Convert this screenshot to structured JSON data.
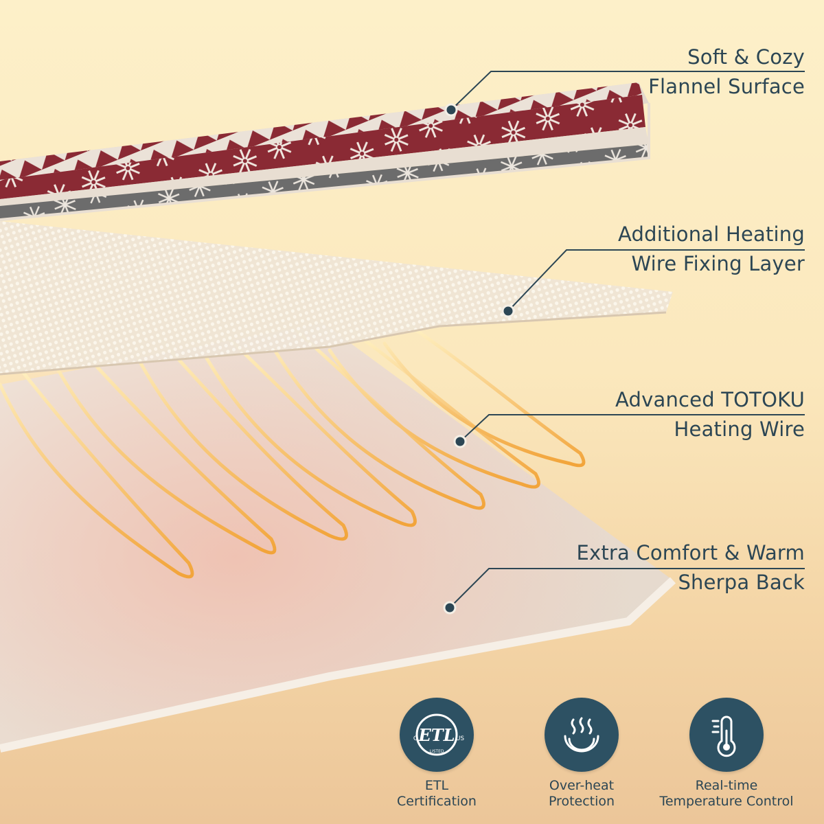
{
  "layers": [
    {
      "line1": "Soft & Cozy",
      "line2": "Flannel Surface"
    },
    {
      "line1": "Additional Heating",
      "line2": "Wire Fixing Layer"
    },
    {
      "line1": "Advanced TOTOKU",
      "line2": "Heating Wire"
    },
    {
      "line1": "Extra Comfort & Warm",
      "line2": "Sherpa Back"
    }
  ],
  "badges": [
    {
      "icon": "etl-listed-icon",
      "logo_text": "ETL",
      "logo_c": "C",
      "logo_us": "US",
      "logo_listed": "LISTED",
      "line1": "ETL",
      "line2": "Certification"
    },
    {
      "icon": "heat-waves-icon",
      "line1": "Over-heat",
      "line2": "Protection"
    },
    {
      "icon": "thermometer-icon",
      "line1": "Real-time",
      "line2": "Temperature Control"
    }
  ],
  "colors": {
    "text": "#2c4654",
    "badge": "#2d5163",
    "flannel_red": "#8a2a34",
    "flannel_grey": "#6c6c6c",
    "wire": "#f0a840"
  }
}
